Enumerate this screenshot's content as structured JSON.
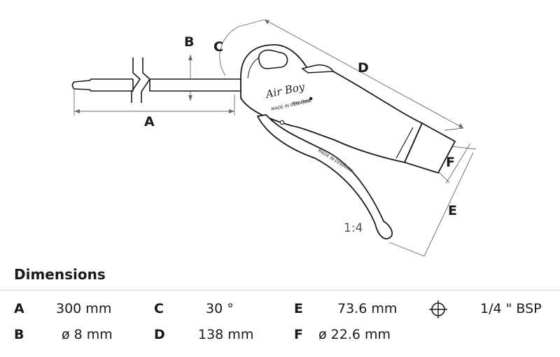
{
  "drawing": {
    "labels": {
      "A": "A",
      "B": "B",
      "C": "C",
      "D": "D",
      "E": "E",
      "F": "F"
    },
    "scale": "1:4",
    "logo": "Air Boy",
    "logo_sub": "Pat. Pen.",
    "made_in": "MADE IN DENMARK",
    "made_in_trigger": "MADE IN DENMARK"
  },
  "dimensions": {
    "title": "Dimensions",
    "rows": [
      [
        {
          "label": "A",
          "value": "300 mm"
        },
        {
          "label": "C",
          "value": "30 °"
        },
        {
          "label": "E",
          "value": "73.6 mm"
        },
        {
          "icon": "thread-symbol-icon",
          "value": "1/4 \" BSP"
        }
      ],
      [
        {
          "label": "B",
          "value": "ø 8 mm"
        },
        {
          "label": "D",
          "value": "138 mm"
        },
        {
          "label": "F",
          "value": "ø 22.6 mm"
        }
      ]
    ]
  }
}
